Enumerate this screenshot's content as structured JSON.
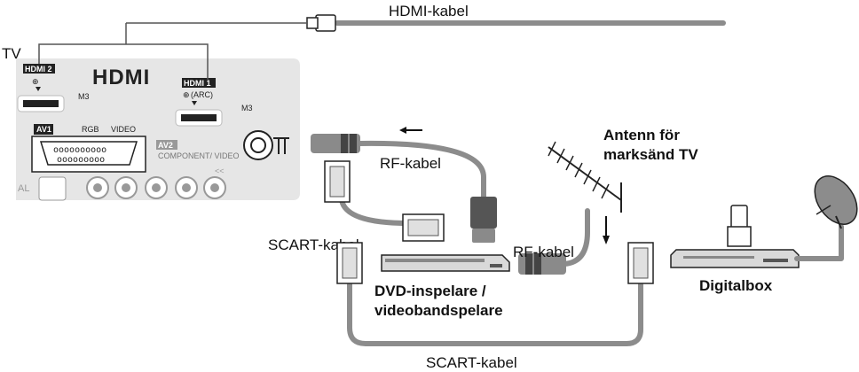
{
  "labels": {
    "hdmi_cable": "HDMI-kabel",
    "tv": "TV",
    "rf_cable_top": "RF-kabel",
    "rf_cable_mid": "RF-kabel",
    "scart_cable_left": "SCART-kabel",
    "scart_cable_bottom": "SCART-kabel",
    "antenna_line1": "Antenn för",
    "antenna_line2": "marksänd TV",
    "dvd_line1": "DVD-inspelare /",
    "dvd_line2": "videobandspelare",
    "digitalbox": "Digitalbox"
  },
  "tv_panel": {
    "hdmi_logo": "HDMI",
    "hdmi2": "HDMI 2",
    "hdmi1": "HDMI 1",
    "arc": "(ARC)",
    "m3_a": "M3",
    "m3_b": "M3",
    "av1": "AV1",
    "rgb": "RGB",
    "video": "VIDEO",
    "av2": "AV2",
    "component_video": "COMPONENT/ VIDEO",
    "al": "AL"
  },
  "colors": {
    "panel": "#e6e6e6",
    "cable": "#8c8c8c",
    "connector_dark": "#555555",
    "text": "#111111"
  }
}
